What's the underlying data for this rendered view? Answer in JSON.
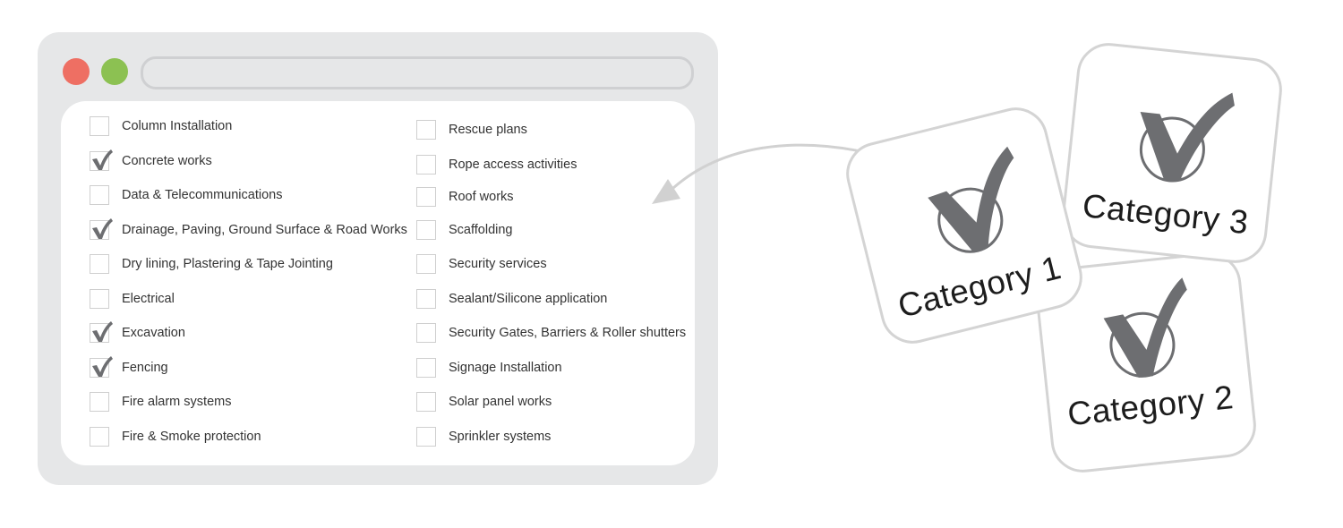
{
  "window": {
    "controls": {
      "close_color": "#ee6f63",
      "minimize_color": "#8cc152"
    },
    "address_bar": {
      "value": ""
    }
  },
  "checklist": {
    "left": [
      {
        "label": "Column Installation",
        "checked": false
      },
      {
        "label": "Concrete works",
        "checked": true
      },
      {
        "label": "Data & Telecommunications",
        "checked": false
      },
      {
        "label": "Drainage, Paving, Ground Surface & Road Works",
        "checked": true
      },
      {
        "label": "Dry lining, Plastering & Tape Jointing",
        "checked": false
      },
      {
        "label": "Electrical",
        "checked": false
      },
      {
        "label": "Excavation",
        "checked": true
      },
      {
        "label": "Fencing",
        "checked": true
      },
      {
        "label": "Fire alarm systems",
        "checked": false
      },
      {
        "label": "Fire & Smoke protection",
        "checked": false
      }
    ],
    "right": [
      {
        "label": "Rescue plans",
        "checked": false
      },
      {
        "label": "Rope access activities",
        "checked": false
      },
      {
        "label": "Roof works",
        "checked": false
      },
      {
        "label": "Scaffolding",
        "checked": false
      },
      {
        "label": "Security services",
        "checked": false
      },
      {
        "label": "Sealant/Silicone application",
        "checked": false
      },
      {
        "label": "Security Gates, Barriers & Roller shutters",
        "checked": false
      },
      {
        "label": "Signage Installation",
        "checked": false
      },
      {
        "label": "Solar panel works",
        "checked": false
      },
      {
        "label": "Sprinkler systems",
        "checked": false
      }
    ]
  },
  "categories": [
    {
      "label": "Category 1",
      "icon": "check-circle-icon"
    },
    {
      "label": "Category 3",
      "icon": "check-circle-icon"
    },
    {
      "label": "Category 2",
      "icon": "check-circle-icon"
    }
  ],
  "colors": {
    "check": "#6d6e71",
    "card_border": "#d4d4d4",
    "browser_frame": "#e6e7e8"
  }
}
